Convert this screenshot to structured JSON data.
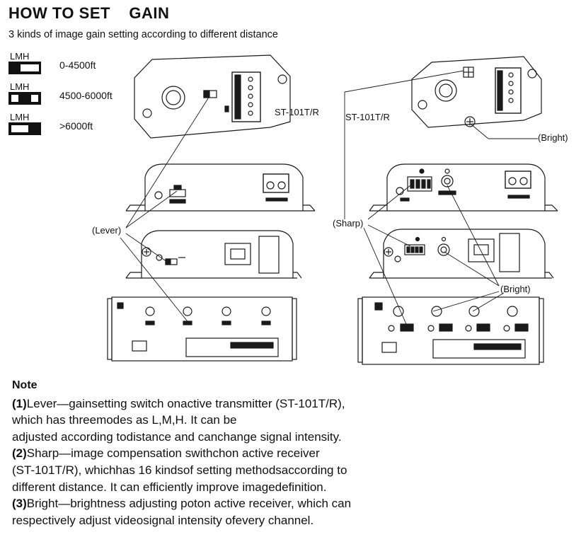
{
  "header": {
    "title": "HOW TO SET    GAIN",
    "subtitle": "3 kinds of image gain setting according to  different distance"
  },
  "gain_modes": [
    {
      "switch_label": "LMH",
      "range": "0-4500ft",
      "position": "L"
    },
    {
      "switch_label": "LMH",
      "range": "4500-6000ft",
      "position": "M"
    },
    {
      "switch_label": "LMH",
      "range": ">6000ft",
      "position": "H"
    }
  ],
  "diagram": {
    "transmitter_label": "ST-101T/R",
    "receiver_label": "ST-101T/R",
    "callouts": {
      "lever": "(Lever)",
      "sharp": "(Sharp)",
      "bright_top": "(Bright)",
      "bright_bottom": "(Bright)"
    },
    "colors": {
      "line": "#1a1a1a",
      "panel_fill": "#ffffff",
      "port_fill": "#222222"
    }
  },
  "note": {
    "heading": "Note",
    "items": [
      {
        "marker": "(1)",
        "lines": [
          "Lever—gainsetting switch onactive transmitter (ST-101T/R),",
          "which has threemodes as L,M,H. It can be",
          "adjusted according todistance and canchange signal intensity."
        ]
      },
      {
        "marker": "(2)",
        "lines": [
          "Sharp—image compensation swithchon active receiver",
          "(ST-101T/R), whichhas 16 kindsof setting methodsaccording to",
          "different distance. It can efficiently improve imagedefinition."
        ]
      },
      {
        "marker": "(3)",
        "lines": [
          "Bright—brightness adjusting poton active receiver, which can",
          "respectively adjust videosignal intensity ofevery channel."
        ]
      }
    ]
  }
}
